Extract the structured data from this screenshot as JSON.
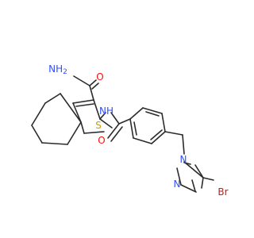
{
  "molecule": {
    "atoms": {
      "amide_n": {
        "text": "NH",
        "sub": "2",
        "color": "#3050f8"
      },
      "amide_o": {
        "text": "O",
        "color": "#ff0d0d"
      },
      "nh_linker": {
        "text": "NH",
        "color": "#3050f8"
      },
      "sulfur": {
        "text": "S",
        "color": "#c8a000"
      },
      "benzamide_o": {
        "text": "O",
        "color": "#ff0d0d"
      },
      "pyrazole_n1": {
        "text": "N",
        "color": "#3050f8"
      },
      "pyrazole_n2": {
        "text": "N",
        "color": "#3050f8"
      },
      "bromine": {
        "text": "Br",
        "color": "#a62929"
      }
    }
  }
}
